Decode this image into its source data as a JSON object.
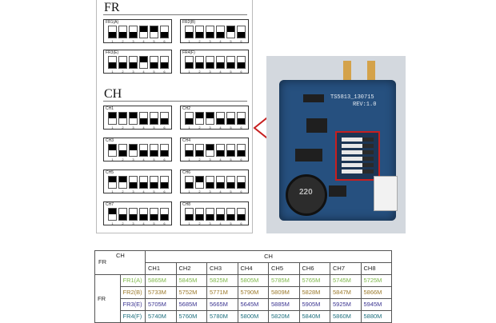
{
  "fr_section": {
    "title": "FR",
    "switches": [
      {
        "label": "FR1(A)",
        "pattern": [
          "down",
          "down",
          "down",
          "up",
          "up",
          "down"
        ]
      },
      {
        "label": "FR2(B)",
        "pattern": [
          "down",
          "down",
          "down",
          "down",
          "up",
          "down"
        ]
      },
      {
        "label": "FR3(E)",
        "pattern": [
          "down",
          "down",
          "down",
          "up",
          "down",
          "down"
        ]
      },
      {
        "label": "FR4(F)",
        "pattern": [
          "down",
          "down",
          "down",
          "down",
          "down",
          "down"
        ]
      }
    ]
  },
  "ch_section": {
    "title": "CH",
    "switches": [
      {
        "label": "CH1",
        "pattern": [
          "up",
          "up",
          "up",
          "down",
          "down",
          "down"
        ]
      },
      {
        "label": "CH2",
        "pattern": [
          "down",
          "up",
          "up",
          "down",
          "down",
          "down"
        ]
      },
      {
        "label": "CH3",
        "pattern": [
          "up",
          "down",
          "up",
          "down",
          "down",
          "down"
        ]
      },
      {
        "label": "CH4",
        "pattern": [
          "down",
          "down",
          "up",
          "down",
          "down",
          "down"
        ]
      },
      {
        "label": "CH5",
        "pattern": [
          "up",
          "up",
          "down",
          "down",
          "down",
          "down"
        ]
      },
      {
        "label": "CH6",
        "pattern": [
          "down",
          "up",
          "down",
          "down",
          "down",
          "down"
        ]
      },
      {
        "label": "CH7",
        "pattern": [
          "up",
          "down",
          "down",
          "down",
          "down",
          "down"
        ]
      },
      {
        "label": "CH8",
        "pattern": [
          "down",
          "down",
          "down",
          "down",
          "down",
          "down"
        ]
      }
    ],
    "switch_numbers": [
      "1",
      "2",
      "3",
      "4",
      "5",
      "6"
    ]
  },
  "board": {
    "silkscreen_model": "TS5813_130715",
    "silkscreen_rev": "REV:1.0",
    "inductor_marking": "220"
  },
  "table": {
    "corner_ch": "CH",
    "corner_fr": "FR",
    "span_header": "CH",
    "row_group_label": "FR",
    "columns": [
      "CH1",
      "CH2",
      "CH3",
      "CH4",
      "CH5",
      "CH6",
      "CH7",
      "CH8"
    ],
    "rows": [
      {
        "label": "FR1(A)",
        "cls": "c-fra",
        "values": [
          "5865M",
          "5845M",
          "5825M",
          "5805M",
          "5785M",
          "5765M",
          "5745M",
          "5725M"
        ]
      },
      {
        "label": "FR2(B)",
        "cls": "c-frb",
        "values": [
          "5733M",
          "5752M",
          "5771M",
          "5790M",
          "5809M",
          "5828M",
          "5847M",
          "5866M"
        ]
      },
      {
        "label": "FR3(E)",
        "cls": "c-fre",
        "values": [
          "5705M",
          "5685M",
          "5665M",
          "5645M",
          "5885M",
          "5905M",
          "5925M",
          "5945M"
        ]
      },
      {
        "label": "FR4(F)",
        "cls": "c-frf",
        "values": [
          "5740M",
          "5760M",
          "5780M",
          "5800M",
          "5820M",
          "5840M",
          "5860M",
          "5880M"
        ]
      }
    ]
  },
  "colors": {
    "fr_a": "#7fb84a",
    "fr_b": "#9c7a2c",
    "fr_e": "#3b3490",
    "fr_f": "#1e6f7e",
    "highlight": "#c71f1f",
    "pcb": "#26507f"
  }
}
